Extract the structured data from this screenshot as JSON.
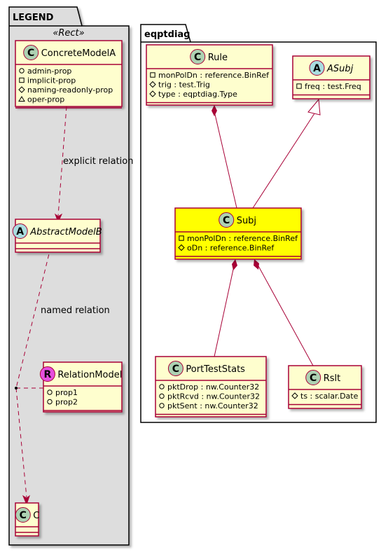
{
  "packages": {
    "legend": {
      "title": "LEGEND",
      "stereotype": "«Rect»"
    },
    "main": {
      "title": "eqptdiag"
    }
  },
  "classes": {
    "concrete_model_a": {
      "marker": "C",
      "name": "ConcreteModelA",
      "attributes": [
        {
          "visibility": "+",
          "text": "admin-prop"
        },
        {
          "visibility": "-",
          "text": "implicit-prop"
        },
        {
          "visibility": "#",
          "text": "naming-readonly-prop"
        },
        {
          "visibility": "~",
          "text": "oper-prop"
        }
      ]
    },
    "abstract_model_b": {
      "marker": "A",
      "name": "AbstractModelB",
      "attributes": []
    },
    "relation_model": {
      "marker": "R",
      "name": "RelationModel",
      "attributes": [
        {
          "visibility": "+",
          "text": "prop1"
        },
        {
          "visibility": "+",
          "text": "prop2"
        }
      ]
    },
    "c": {
      "marker": "C",
      "name": "C",
      "attributes": []
    },
    "rule": {
      "marker": "C",
      "name": "Rule",
      "attributes": [
        {
          "visibility": "-",
          "text": "monPolDn : reference.BinRef"
        },
        {
          "visibility": "#",
          "text": "trig : test.Trig"
        },
        {
          "visibility": "#",
          "text": "type : eqptdiag.Type"
        }
      ]
    },
    "asubj": {
      "marker": "A",
      "name": "ASubj",
      "attributes": [
        {
          "visibility": "-",
          "text": "freq : test.Freq"
        }
      ]
    },
    "subj": {
      "marker": "C",
      "name": "Subj",
      "attributes": [
        {
          "visibility": "-",
          "text": "monPolDn : reference.BinRef"
        },
        {
          "visibility": "#",
          "text": "oDn : reference.BinRef"
        }
      ]
    },
    "port_test_stats": {
      "marker": "C",
      "name": "PortTestStats",
      "attributes": [
        {
          "visibility": "+",
          "text": "pktDrop : nw.Counter32"
        },
        {
          "visibility": "+",
          "text": "pktRcvd : nw.Counter32"
        },
        {
          "visibility": "+",
          "text": "pktSent : nw.Counter32"
        }
      ]
    },
    "rslt": {
      "marker": "C",
      "name": "Rslt",
      "attributes": [
        {
          "visibility": "#",
          "text": "ts : scalar.Date"
        }
      ]
    }
  },
  "relations": {
    "explicit": {
      "label": "explicit relation"
    },
    "named": {
      "label": "named relation"
    }
  },
  "colors": {
    "class_fill": "#FEFECE",
    "class_border": "#A80036",
    "highlight_fill": "#FFFF00",
    "marker_c": "#ADD1B2",
    "marker_a": "#A9DCDF",
    "marker_r": "#E54FDE",
    "legend_fill": "#DDDDDD",
    "edge": "#A80036"
  }
}
